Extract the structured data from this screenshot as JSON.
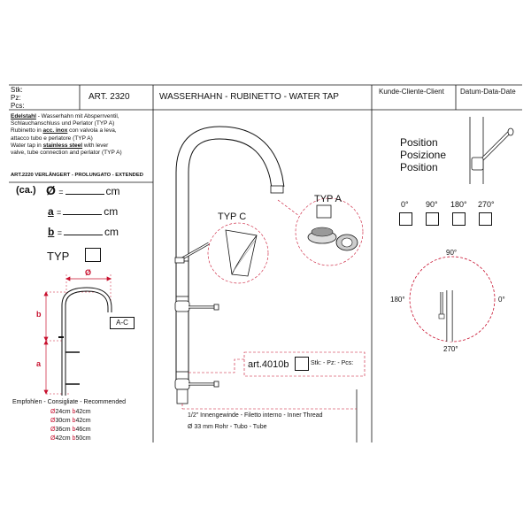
{
  "header": {
    "stk": "Stk:",
    "pz": "Pz:",
    "pcs": "Pcs:",
    "article": "ART. 2320",
    "title": "WASSERHAHN - RUBINETTO - WATER TAP",
    "client": "Kunde-Cliente-Client",
    "date": "Datum-Data-Date"
  },
  "description": {
    "line1_bold": "Edelstahl",
    "line1_rest": " - Wasserhahn mit Absperrventil,",
    "line2": "Schlauchanschluss und Perlator ",
    "line2_typ": "(TYP A)",
    "line3_a": "Rubinetto in ",
    "line3_bold": "acc. inox",
    "line3_b": " con valvola a leva,",
    "line4": "attacco tubo e perlatore ",
    "line4_typ": "(TYP A)",
    "line5_a": "Water tap in ",
    "line5_bold": "stainless steel",
    "line5_b": " with lever",
    "line6": "valve, tube connection and perlator ",
    "line6_typ": "(TYP A)",
    "extended": "ART.2220  VERLÄNGERT - PROLUNGATO - EXTENDED"
  },
  "dimensions": {
    "ca": "(ca.)",
    "diameter_symbol": "Ø",
    "a": "a",
    "b": "b",
    "eq": "=",
    "unit": "cm",
    "typ": "TYP"
  },
  "small_drawing": {
    "d_label": "Ø",
    "a_label": "a",
    "b_label": "b",
    "ac_label": "A-C"
  },
  "recommended": {
    "title": "Empfohlen - Consigliate - Recommended",
    "rows": [
      {
        "d": "Ø",
        "dv": "24cm",
        "b": "b",
        "bv": "42cm"
      },
      {
        "d": "Ø",
        "dv": "30cm",
        "b": "b",
        "bv": "42cm"
      },
      {
        "d": "Ø",
        "dv": "36cm",
        "b": "b",
        "bv": "46cm"
      },
      {
        "d": "Ø",
        "dv": "42cm",
        "b": "b",
        "bv": "50cm"
      }
    ]
  },
  "main_drawing": {
    "typ_c": "TYP  C",
    "typ_a": "TYP  A",
    "art_label": "art.4010b",
    "stk_label": "Stk: - Pz: - Pcs:",
    "thread": "1/2\" Innengewinde - Filetto interno - Inner Thread",
    "tube": "Ø 33 mm  Rohr - Tubo - Tube"
  },
  "position": {
    "line1": "Position",
    "line2": "Posizione",
    "line3": "Position",
    "options": [
      "0°",
      "90°",
      "180°",
      "270°"
    ],
    "dial": {
      "top": "90°",
      "left": "180°",
      "right": "0°",
      "bottom": "270°"
    }
  },
  "colors": {
    "accent": "#c8102e",
    "line": "#111111"
  }
}
